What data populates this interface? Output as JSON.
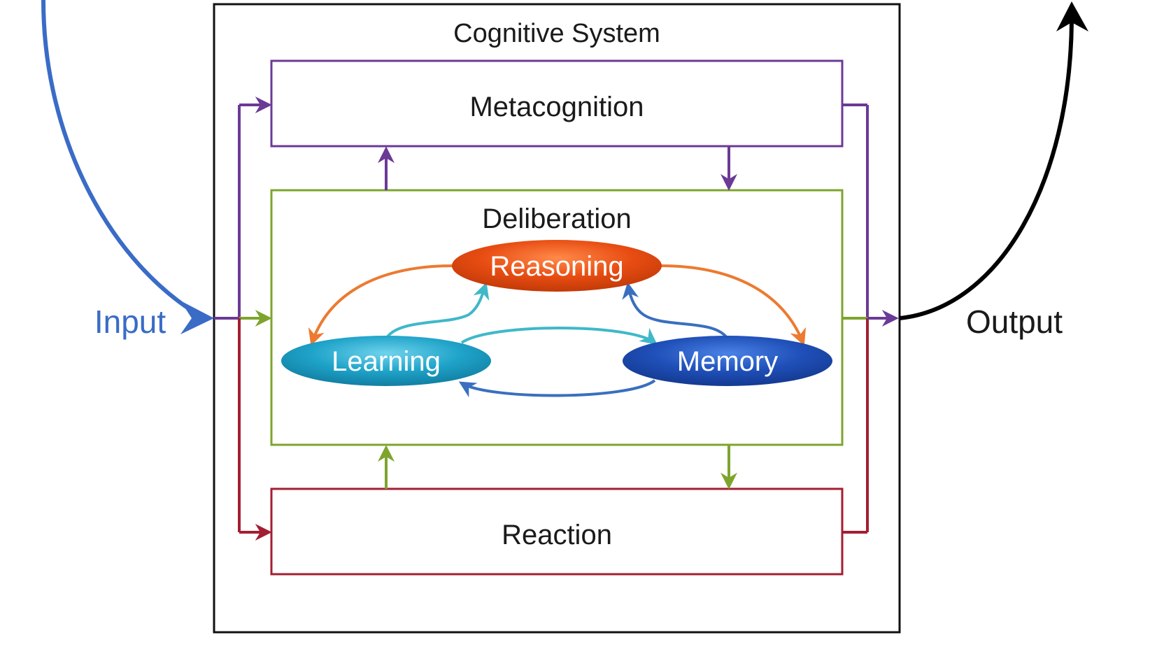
{
  "labels": {
    "system": "Cognitive System",
    "metacognition": "Metacognition",
    "deliberation": "Deliberation",
    "reaction": "Reaction",
    "reasoning": "Reasoning",
    "learning": "Learning",
    "memory": "Memory",
    "input": "Input",
    "output": "Output"
  },
  "colors": {
    "system_border": "#111111",
    "metacognition": "#6b3a96",
    "deliberation": "#7da52e",
    "reaction": "#a31e32",
    "input": "#3a6cc6",
    "output": "#000000",
    "reasoning_fill": "#e84d12",
    "learning_fill": "#1fa3c9",
    "memory_fill": "#1f4fb8",
    "reasoning_arrows": "#ec7a30",
    "learning_arrows": "#3fb8c9",
    "memory_arrows": "#3a6fbf"
  }
}
